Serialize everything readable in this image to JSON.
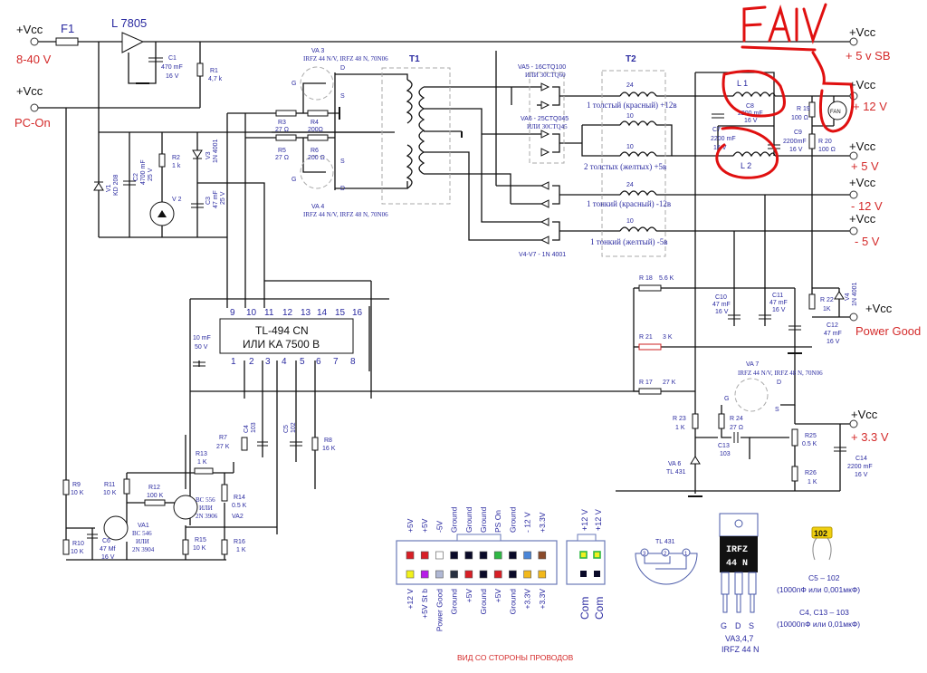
{
  "terminals": {
    "vcc_label": "+Vcc",
    "input": "8-40 V",
    "pc_on": "PC-On",
    "sb5": "+ 5 v SB",
    "p12": "+ 12 V",
    "p5": "+ 5 V",
    "m12": "- 12 V",
    "m5": "- 5 V",
    "power_good": "Power Good",
    "p33": "+ 3.3 V"
  },
  "annotation": {
    "fan_handwritten": "FAN",
    "fan_symbol": "FAN"
  },
  "components": {
    "F1": "F1",
    "reg": "L 7805",
    "C1": [
      "C1",
      "470 mF",
      "16 V"
    ],
    "R1": [
      "R1",
      "4,7 k"
    ],
    "VA3": [
      "VA 3",
      "IRFZ 44 N/V, IRFZ 48 N, 70N06"
    ],
    "VA4": [
      "VA 4",
      "IRFZ 44 N/V, IRFZ 48 N, 70N06"
    ],
    "R3": [
      "R3",
      "27 Ω"
    ],
    "R4": [
      "R4",
      "200Ω"
    ],
    "R5": [
      "R5",
      "27 Ω"
    ],
    "R6": [
      "R6",
      "200 Ω"
    ],
    "T1": "T1",
    "T2": "T2",
    "VA5": [
      "VA5 - 16CTQ100",
      "ИЛИ 30CTQ60"
    ],
    "VA6": [
      "VA6 - 25CTQ045",
      "ИЛИ 30CTQ45"
    ],
    "V4V7": "V4-V7  -  1N 4001",
    "windings": [
      {
        "turns": "24",
        "label": "1 толстый (красный) +12в"
      },
      {
        "turns": "10",
        "label": ""
      },
      {
        "turns": "10",
        "label": "2 толстых (желтых) +5в"
      },
      {
        "turns": "24",
        "label": "1 тонкий (красный) -12в"
      },
      {
        "turns": "10",
        "label": "1 тонкий (желтый) -5в"
      }
    ],
    "V1": [
      "V1",
      "KD 208"
    ],
    "C2": [
      "C2",
      "4700 mF",
      "25 V"
    ],
    "R2": [
      "R2",
      "1 k"
    ],
    "V2": "V 2",
    "V3": [
      "V3",
      "1N 4001"
    ],
    "C3": [
      "C3",
      "47 mF",
      "25 V"
    ],
    "chip": [
      "TL-494 CN",
      "ИЛИ KA 7500 B"
    ],
    "chip_pins_top": [
      "9",
      "10",
      "11",
      "12",
      "13",
      "14",
      "15",
      "16"
    ],
    "chip_pins_bottom": [
      "1",
      "2",
      "3",
      "4",
      "5",
      "6",
      "7",
      "8"
    ],
    "C_chip": [
      "10 mF",
      "50 V"
    ],
    "R7": [
      "R7",
      "27 K"
    ],
    "C4": [
      "C4",
      "103"
    ],
    "C5": [
      "C5",
      "102"
    ],
    "R8": [
      "R8",
      "16 K"
    ],
    "R13": [
      "R13",
      "1 K"
    ],
    "R14": [
      "R14",
      "0.5 K",
      "VA2"
    ],
    "R12": [
      "R12",
      "100 K"
    ],
    "VA2t": [
      "BC 556",
      "ИЛИ",
      "2N 3906"
    ],
    "R9": [
      "R9",
      "10 K"
    ],
    "R10": [
      "R10",
      "10 K"
    ],
    "R11": [
      "R11",
      "10 K"
    ],
    "C6": [
      "C6",
      "47 Mf",
      "16 V"
    ],
    "VA1": [
      "VA1",
      "BC 546",
      "ИЛИ",
      "2N 3904"
    ],
    "R15": [
      "R15",
      "10 K"
    ],
    "R16": [
      "R16",
      "1 K"
    ],
    "L1": "L 1",
    "L2": "L 2",
    "C8": [
      "C8",
      "2200 mF",
      "16 V"
    ],
    "C7": [
      "C7",
      "2200 mF",
      "16 V"
    ],
    "C9": [
      "C9",
      "2200mF",
      "16 V"
    ],
    "R19": [
      "R 19",
      "100 Ω"
    ],
    "R20": [
      "R 20",
      "100 Ω"
    ],
    "R18": [
      "R 18",
      "5.6 K"
    ],
    "R21": [
      "R 21",
      "3 K"
    ],
    "R17": [
      "R 17",
      "27 K"
    ],
    "C10": [
      "C10",
      "47 mF",
      "16 V"
    ],
    "C11": [
      "C11",
      "47 mF",
      "16 V"
    ],
    "R22": [
      "R 22",
      "1K"
    ],
    "V4": [
      "V4",
      "1N 4001"
    ],
    "C12": [
      "C12",
      "47 mF",
      "16 V"
    ],
    "VA7": [
      "VA 7",
      "IRFZ 44 N/V, IRFZ 48 N, 70N06"
    ],
    "R23": [
      "R 23",
      "1 K"
    ],
    "R24": [
      "R 24",
      "27 Ω"
    ],
    "C13": [
      "C13",
      "103"
    ],
    "VA6t": [
      "VA 6",
      "TL 431"
    ],
    "R25": [
      "R25",
      "0.5 K"
    ],
    "R26": [
      "R26",
      "1 K"
    ],
    "C14": [
      "C14",
      "2200 mF",
      "16 V"
    ]
  },
  "atx_connector": {
    "top_labels": [
      "+5V",
      "+5V",
      "-5V",
      "Ground",
      "Ground",
      "Ground",
      "PS On",
      "Ground",
      "- 12 V",
      "+3.3V"
    ],
    "top_colors": [
      "#d81f26",
      "#d81f26",
      "#ffffff",
      "#0a0a28",
      "#0a0a28",
      "#0a0a28",
      "#2fb844",
      "#0a0a28",
      "#4a86d8",
      "#8a4a2a"
    ],
    "bottom_labels": [
      "+12 V",
      "+5V St b",
      "Power Good",
      "Ground",
      "+5V",
      "Ground",
      "+5V",
      "Ground",
      "+3.3V",
      "+3.3V"
    ],
    "bottom_colors": [
      "#f2f21a",
      "#b71ce8",
      "#b0b8d4",
      "#283040",
      "#d81f26",
      "#0a0a28",
      "#d81f26",
      "#0a0a28",
      "#f2b81a",
      "#f2b81a"
    ],
    "caption": "ВИД СО СТОРОНЫ ПРОВОДОВ"
  },
  "p4_connector": {
    "top_labels": [
      "+12 V",
      "+12 V"
    ],
    "bottom_labels": [
      "Com",
      "Com"
    ]
  },
  "tl431_pinout": {
    "title": "TL 431",
    "pins": [
      "3",
      "2",
      "1"
    ]
  },
  "mosfet_package": {
    "marking": [
      "IRFZ",
      "44  N"
    ],
    "pins": [
      "G",
      "D",
      "S"
    ],
    "caption": [
      "VA3,4,7",
      "IRFZ 44 N"
    ]
  },
  "cap_legend": {
    "code": "102",
    "lines": [
      "C5 – 102",
      "(1000пФ или 0,001мкФ)",
      "C4, C13 – 103",
      "(10000пФ  или 0,01мкФ)"
    ]
  }
}
